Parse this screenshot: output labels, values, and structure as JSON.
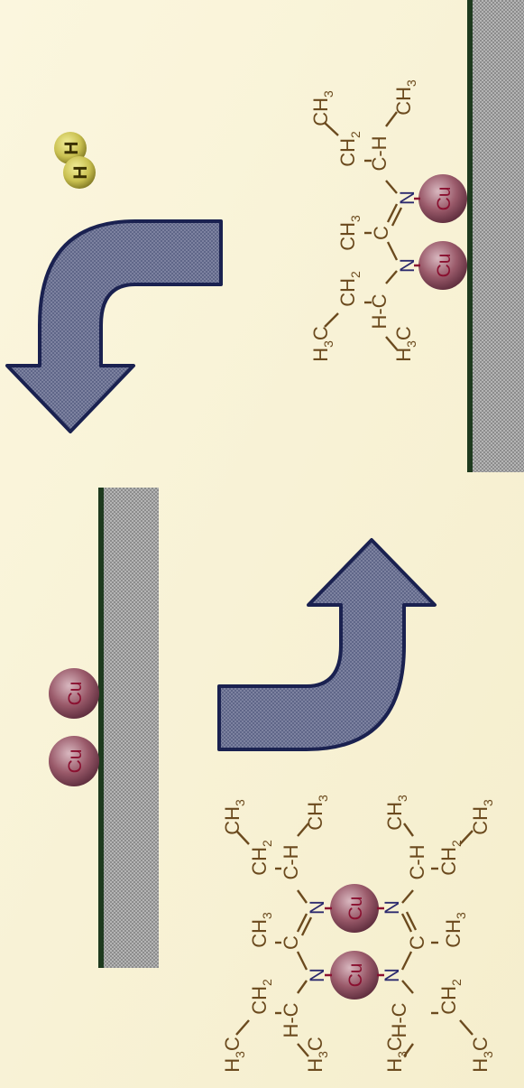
{
  "atoms": {
    "cu": "Cu",
    "h": "H",
    "n": "N",
    "c": "C",
    "ch": "C-H",
    "hc": "H-C",
    "ch2": "CH",
    "ch3": "CH",
    "h3c": "H",
    "h3c_tail": "C",
    "sub2": "2",
    "sub3": "3"
  },
  "colors": {
    "background": "#f9f3d8",
    "surface_edge": "#1e3a1e",
    "surface_fill": "#a8a8a8",
    "arrow_fill": "#6c7290",
    "arrow_edge": "#1a2150",
    "copper": "#9a5a6a",
    "hydrogen": "#c9c050",
    "chem_text": "#6b4a1e",
    "nitrogen_text": "#2c2a6e"
  }
}
